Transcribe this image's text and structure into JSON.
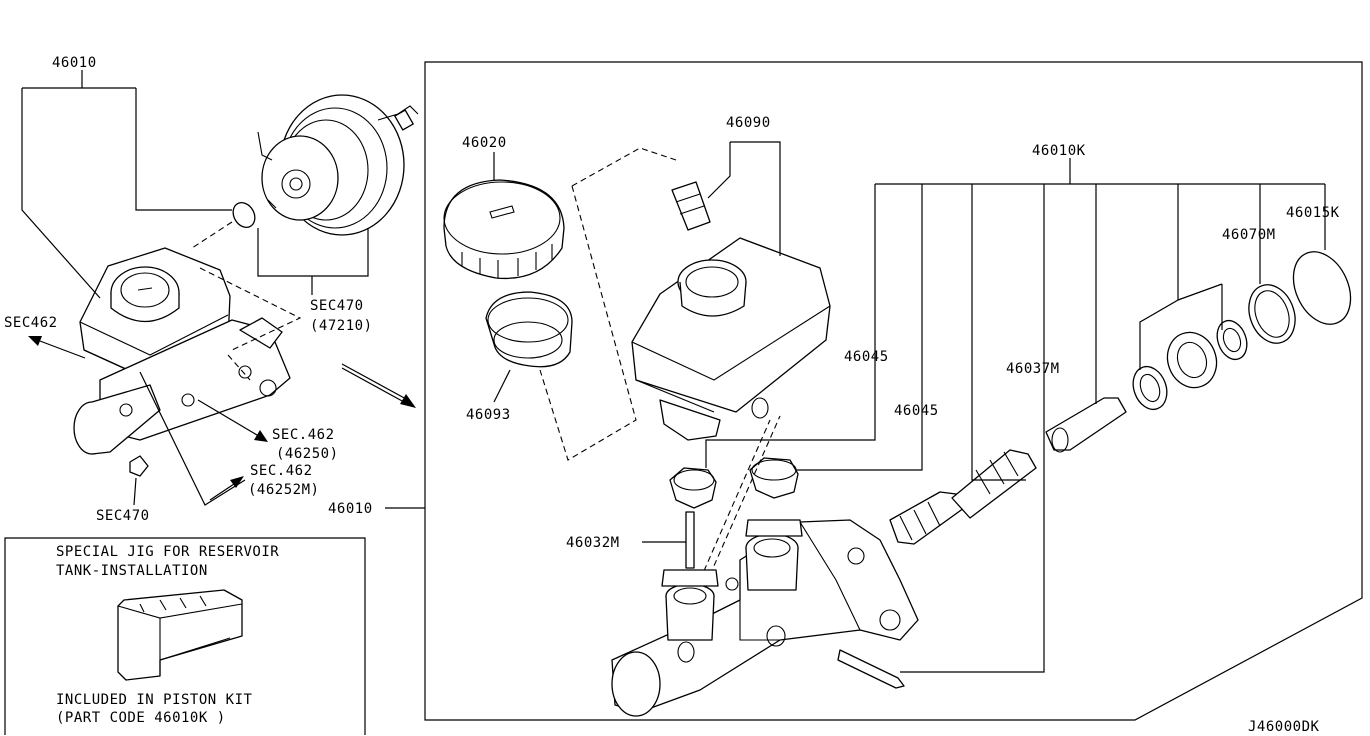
{
  "callouts": {
    "part_46010_top": "46010",
    "sec470_bracket": "SEC470",
    "sec470_bracket_sub": "(47210)",
    "sec462_left": "SEC462",
    "sec462_a": "SEC.462",
    "sec462_a_sub": "(46250)",
    "sec462_b": "SEC.462",
    "sec462_b_sub": "(46252M)",
    "sec470_bottom": "SEC470",
    "part_46010_mid": "46010",
    "part_46020": "46020",
    "part_46093": "46093",
    "part_46090": "46090",
    "part_46045_a": "46045",
    "part_46045_b": "46045",
    "part_46032m": "46032M",
    "part_46010k": "46010K",
    "part_46015k": "46015K",
    "part_46070m": "46070M",
    "part_46037m": "46037M"
  },
  "jig_box": {
    "title_line1": "SPECIAL JIG FOR RESERVOIR",
    "title_line2": "TANK-INSTALLATION",
    "note_line1": "INCLUDED IN PISTON KIT",
    "note_line2": "(PART CODE 46010K )"
  },
  "diagram_code": "J46000DK"
}
